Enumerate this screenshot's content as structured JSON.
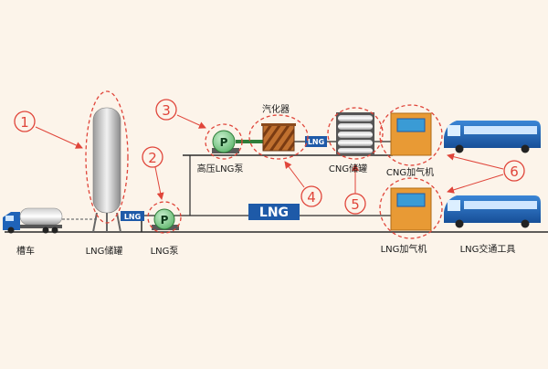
{
  "labels": {
    "tanker": "槽车",
    "lng_storage": "LNG储罐",
    "lng_pump": "LNG泵",
    "hp_lng_pump": "高压LNG泵",
    "vaporizer": "汽化器",
    "cng_storage": "CNG储罐",
    "cng_dispenser": "CNG加气机",
    "lng_dispenser": "LNG加气机",
    "lng_vehicle": "LNG交通工具"
  },
  "tags": {
    "lng_small_1": "LNG",
    "lng_small_2": "LNG",
    "lng_big": "LNG",
    "pump_symbol_1": "P",
    "pump_symbol_2": "P"
  },
  "callouts": [
    "1",
    "2",
    "3",
    "4",
    "5",
    "6"
  ],
  "colors": {
    "background": "#fcf4ea",
    "callout_red": "#e0453a",
    "pipe_dark": "#2b2b2b",
    "pipe_green": "#2f7d3a",
    "tag_blue": "#1e5aa8",
    "pump_green": "#7fcf8a",
    "dispenser_orange": "#e89a35",
    "bus_blue": "#1f63b8",
    "vaporizer_brown": "#b8662a"
  }
}
